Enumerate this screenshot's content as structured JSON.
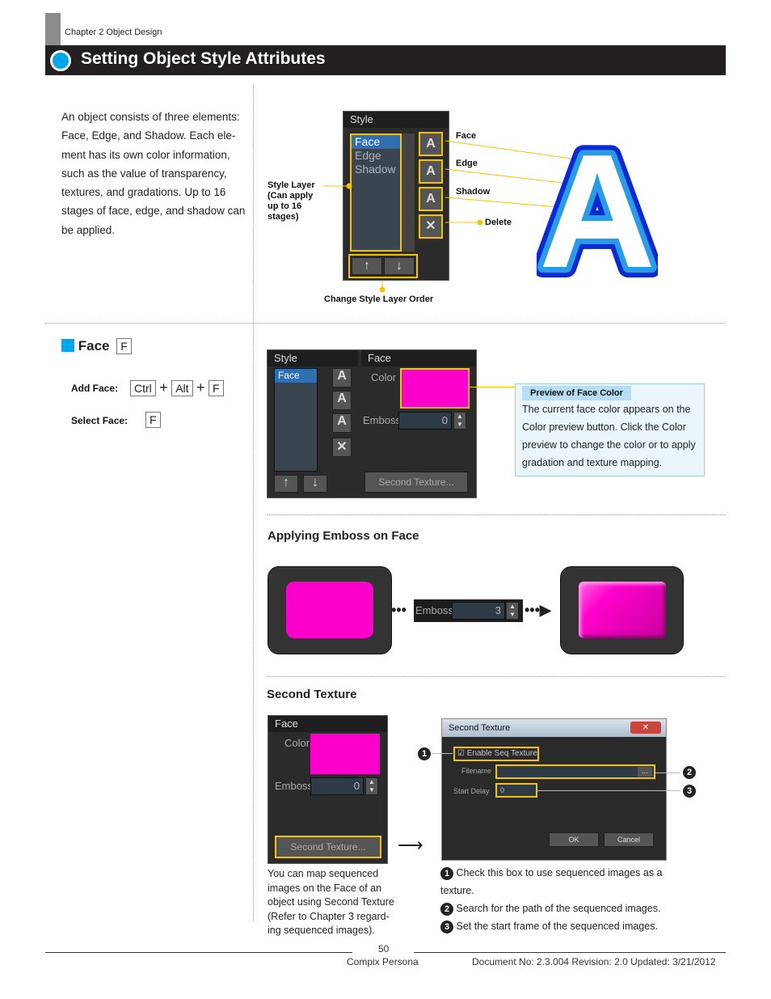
{
  "header": {
    "chapter": "Chapter 2 Object Design",
    "title": "Setting Object Style Attributes"
  },
  "intro": {
    "text": "An object consists of three elements: Face, Edge, and Shadow. Each ele-ment has its own color information, such as the value of transparency, textures, and gradations. Up to 16 stages of face, edge, and shadow can be applied."
  },
  "style_panel": {
    "header": "Style",
    "items": [
      "Face",
      "Edge",
      "Shadow"
    ],
    "callouts": {
      "face": "Face",
      "edge": "Edge",
      "shadow": "Shadow",
      "delete": "Delete",
      "style_layer": "Style Layer (Can apply up to 16 stages)",
      "order": "Change Style Layer Order"
    },
    "glyph": "A"
  },
  "face_section": {
    "heading": "Face",
    "shortcut_key": "F",
    "add_face_label": "Add Face:",
    "add_face_keys": [
      "Ctrl",
      "Alt",
      "F"
    ],
    "select_face_label": "Select Face:",
    "select_face_key": "F",
    "panel_style_header": "Style",
    "panel_style_item": "Face",
    "panel_face_header": "Face",
    "color_label": "Color",
    "emboss_label": "Emboss",
    "emboss_value": "0",
    "second_texture_button": "Second Texture...",
    "preview_title": "Preview of Face Color",
    "preview_text": "The current face color appears on the Color preview button. Click the Color preview to change the color or to apply gradation and texture mapping."
  },
  "emboss_section": {
    "heading": "Applying Emboss on Face",
    "emboss_label": "Emboss",
    "emboss_value": "3"
  },
  "second_texture_section": {
    "heading": "Second Texture",
    "panel_header": "Face",
    "color_label": "Color",
    "emboss_label": "Emboss",
    "emboss_value": "0",
    "button": "Second Texture...",
    "caption": "You can map sequenced images on the Face of an object using Second Texture (Refer to Chapter 3 regard-ing sequenced images).",
    "dialog": {
      "title": "Second Texture",
      "checkbox": "Enable Seq Texture",
      "filename_label": "Filename",
      "browse": "...",
      "start_delay_label": "Start Delay",
      "start_delay_value": "0",
      "ok": "OK",
      "cancel": "Cancel"
    },
    "notes": [
      {
        "num": "1",
        "text": "Check this box to use sequenced images as a texture."
      },
      {
        "num": "2",
        "text": "Search for the path of the sequenced images."
      },
      {
        "num": "3",
        "text": "Set the start frame of the sequenced images."
      }
    ]
  },
  "footer": {
    "page": "50",
    "product": "Compix Persona",
    "doc": "Document No: 2.3.004 Revision: 2.0 Updated: 3/21/2012"
  },
  "colors": {
    "accent": "#00a6e8",
    "highlight": "#f5c400",
    "magenta": "#ff00cc",
    "title_bg": "#231f20"
  }
}
